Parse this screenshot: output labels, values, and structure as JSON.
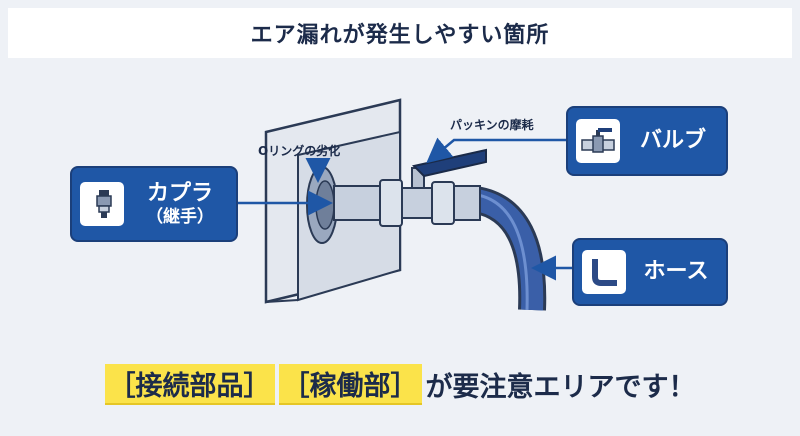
{
  "title": "エア漏れが発生しやすい箇所",
  "labels": {
    "oring": "Oリングの劣化",
    "packing": "パッキンの摩耗"
  },
  "callouts": {
    "coupler": {
      "label": "カプラ",
      "sub": "（継手）",
      "icon": "coupler-icon"
    },
    "valve": {
      "label": "バルブ",
      "icon": "valve-icon"
    },
    "hose": {
      "label": "ホース",
      "icon": "hose-icon"
    }
  },
  "message": {
    "part1": "［接続部品］",
    "part2": "［稼働部］",
    "rest": "が要注意エリアです！"
  },
  "colors": {
    "primary": "#1f57a6",
    "highlight": "#fbe34a",
    "dark": "#1c2b4a",
    "hose": "#2c4a86"
  }
}
